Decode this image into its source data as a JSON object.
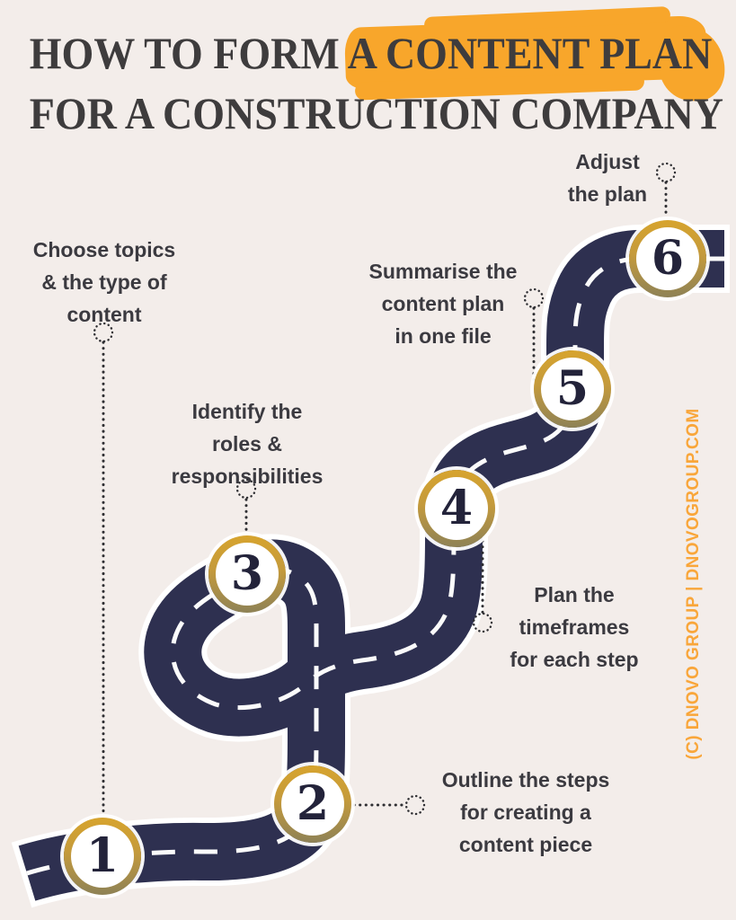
{
  "title": {
    "line1": "HOW TO FORM A CONTENT PLAN",
    "line2": "FOR A CONSTRUCTION COMPANY",
    "highlighted_phrase": "A CONTENT PLAN"
  },
  "steps": [
    {
      "number": "1",
      "lines": [
        "Choose topics",
        "& the type of",
        "content"
      ]
    },
    {
      "number": "2",
      "lines": [
        "Outline the steps",
        "for creating a",
        "content piece"
      ]
    },
    {
      "number": "3",
      "lines": [
        "Identify the",
        "roles &",
        "responsibilities"
      ]
    },
    {
      "number": "4",
      "lines": [
        "Plan the",
        "timeframes",
        "for each step"
      ]
    },
    {
      "number": "5",
      "lines": [
        "Summarise the",
        "content plan",
        "in one file"
      ]
    },
    {
      "number": "6",
      "lines": [
        "Adjust",
        "the plan"
      ]
    }
  ],
  "copyright": {
    "text": "(C) DNOVO GROUP | DNOVOGROUP.COM"
  },
  "colors": {
    "background": "#F3EDEA",
    "road": "#2E3050",
    "road_casing": "#FFFFFF",
    "road_centerline": "#FBFBFB",
    "gold_ring_top": "#D7A42E",
    "gold_ring_bottom": "#8E8256",
    "highlight": "#F8A62B",
    "title_text": "#3E3C3D",
    "label_text": "#3B3A40",
    "number_text": "#23233A",
    "connector": "#2F2F33",
    "copyright_text": "#F9A63A"
  }
}
